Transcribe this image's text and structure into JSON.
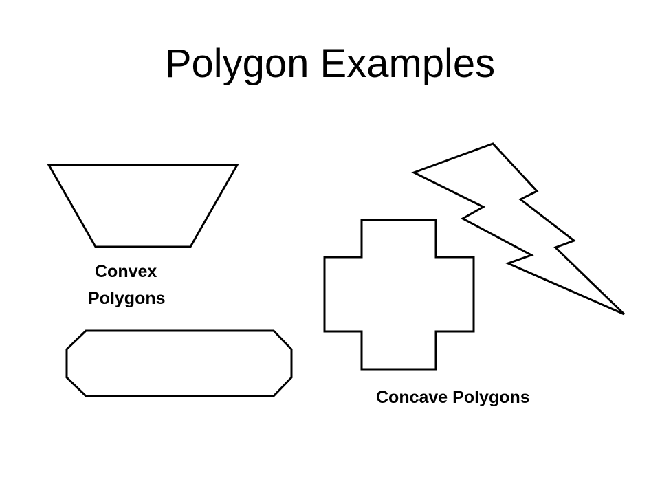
{
  "title": "Polygon Examples",
  "labels": {
    "convex_line1": "Convex",
    "convex_line2": "Polygons",
    "concave": "Concave Polygons"
  },
  "shapes": [
    {
      "name": "trapezoid-polygon",
      "kind": "convex"
    },
    {
      "name": "octagon-polygon",
      "kind": "convex"
    },
    {
      "name": "cross-polygon",
      "kind": "concave"
    },
    {
      "name": "lightning-bolt-polygon",
      "kind": "concave"
    }
  ],
  "colors": {
    "background": "#ffffff",
    "stroke": "#000000",
    "text": "#000000"
  }
}
